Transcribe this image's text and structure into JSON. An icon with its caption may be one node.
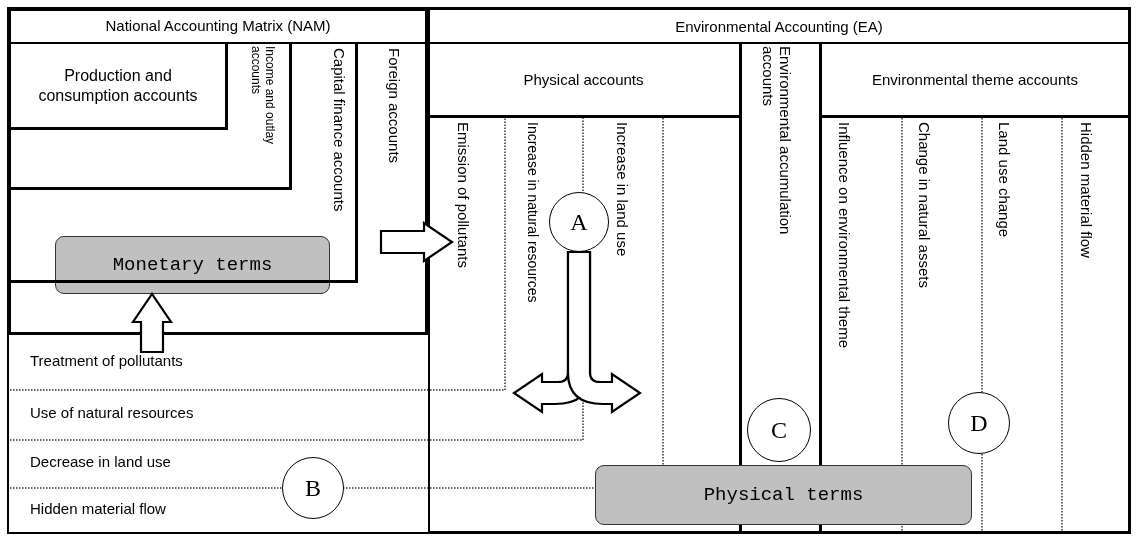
{
  "diagram": {
    "nodes": [
      {
        "text": [
          "National Accounting Matrix (NAM)"
        ]
      },
      {
        "text": [
          "Production and consumption accounts"
        ],
        "in": 2
      },
      {
        "text": [
          "Income and outlay accounts"
        ],
        "in": 3
      },
      {
        "text": [
          "Capital finance accounts"
        ],
        "in": 4
      },
      {
        "text": [
          "Foreign accounts"
        ],
        "in": 0
      },
      {
        "text": [
          "Monetary terms"
        ],
        "in": 4
      },
      {
        "text": [
          "Environmental Accounting (EA)"
        ]
      },
      {
        "text": [
          "Physical accounts"
        ],
        "in": 6
      },
      {
        "text": [
          "Emission of pollutants"
        ],
        "in": 7
      },
      {
        "text": [
          "Increase in natural resources"
        ],
        "in": 7
      },
      {
        "text": [
          "Increase in land use"
        ],
        "in": 7
      },
      {
        "text": [
          "Environmental accumulation accounts"
        ],
        "in": 6
      },
      {
        "text": [
          "Environmental theme accounts"
        ],
        "in": 6
      },
      {
        "text": [
          "Influence on environmental theme"
        ],
        "in": 12
      },
      {
        "text": [
          "Change in natural assets"
        ],
        "in": 12
      },
      {
        "text": [
          "Land use change"
        ],
        "in": 12
      },
      {
        "text": [
          "Hidden material flow"
        ],
        "in": 12
      },
      {
        "text": [
          "Treatment of pollutants"
        ]
      },
      {
        "text": [
          "Use of natural resources"
        ]
      },
      {
        "text": [
          "Decrease in land use"
        ]
      },
      {
        "text": [
          "Hidden material flow"
        ]
      },
      {
        "text": [
          "A"
        ],
        "in": 7
      },
      {
        "text": [
          "B"
        ]
      },
      {
        "text": [
          "C"
        ],
        "in": 11
      },
      {
        "text": [
          "D"
        ],
        "in": 12
      },
      {
        "text": [
          "Physical terms"
        ],
        "in": 6
      }
    ],
    "edges": [
      {
        "from": 4,
        "to": 8,
        "arrow": "to"
      },
      {
        "from": 17,
        "to": 5,
        "arrow": "to"
      },
      {
        "from": 21,
        "to": null,
        "arrow": "to"
      },
      {
        "from": 21,
        "to": null,
        "arrow": "to"
      }
    ]
  }
}
